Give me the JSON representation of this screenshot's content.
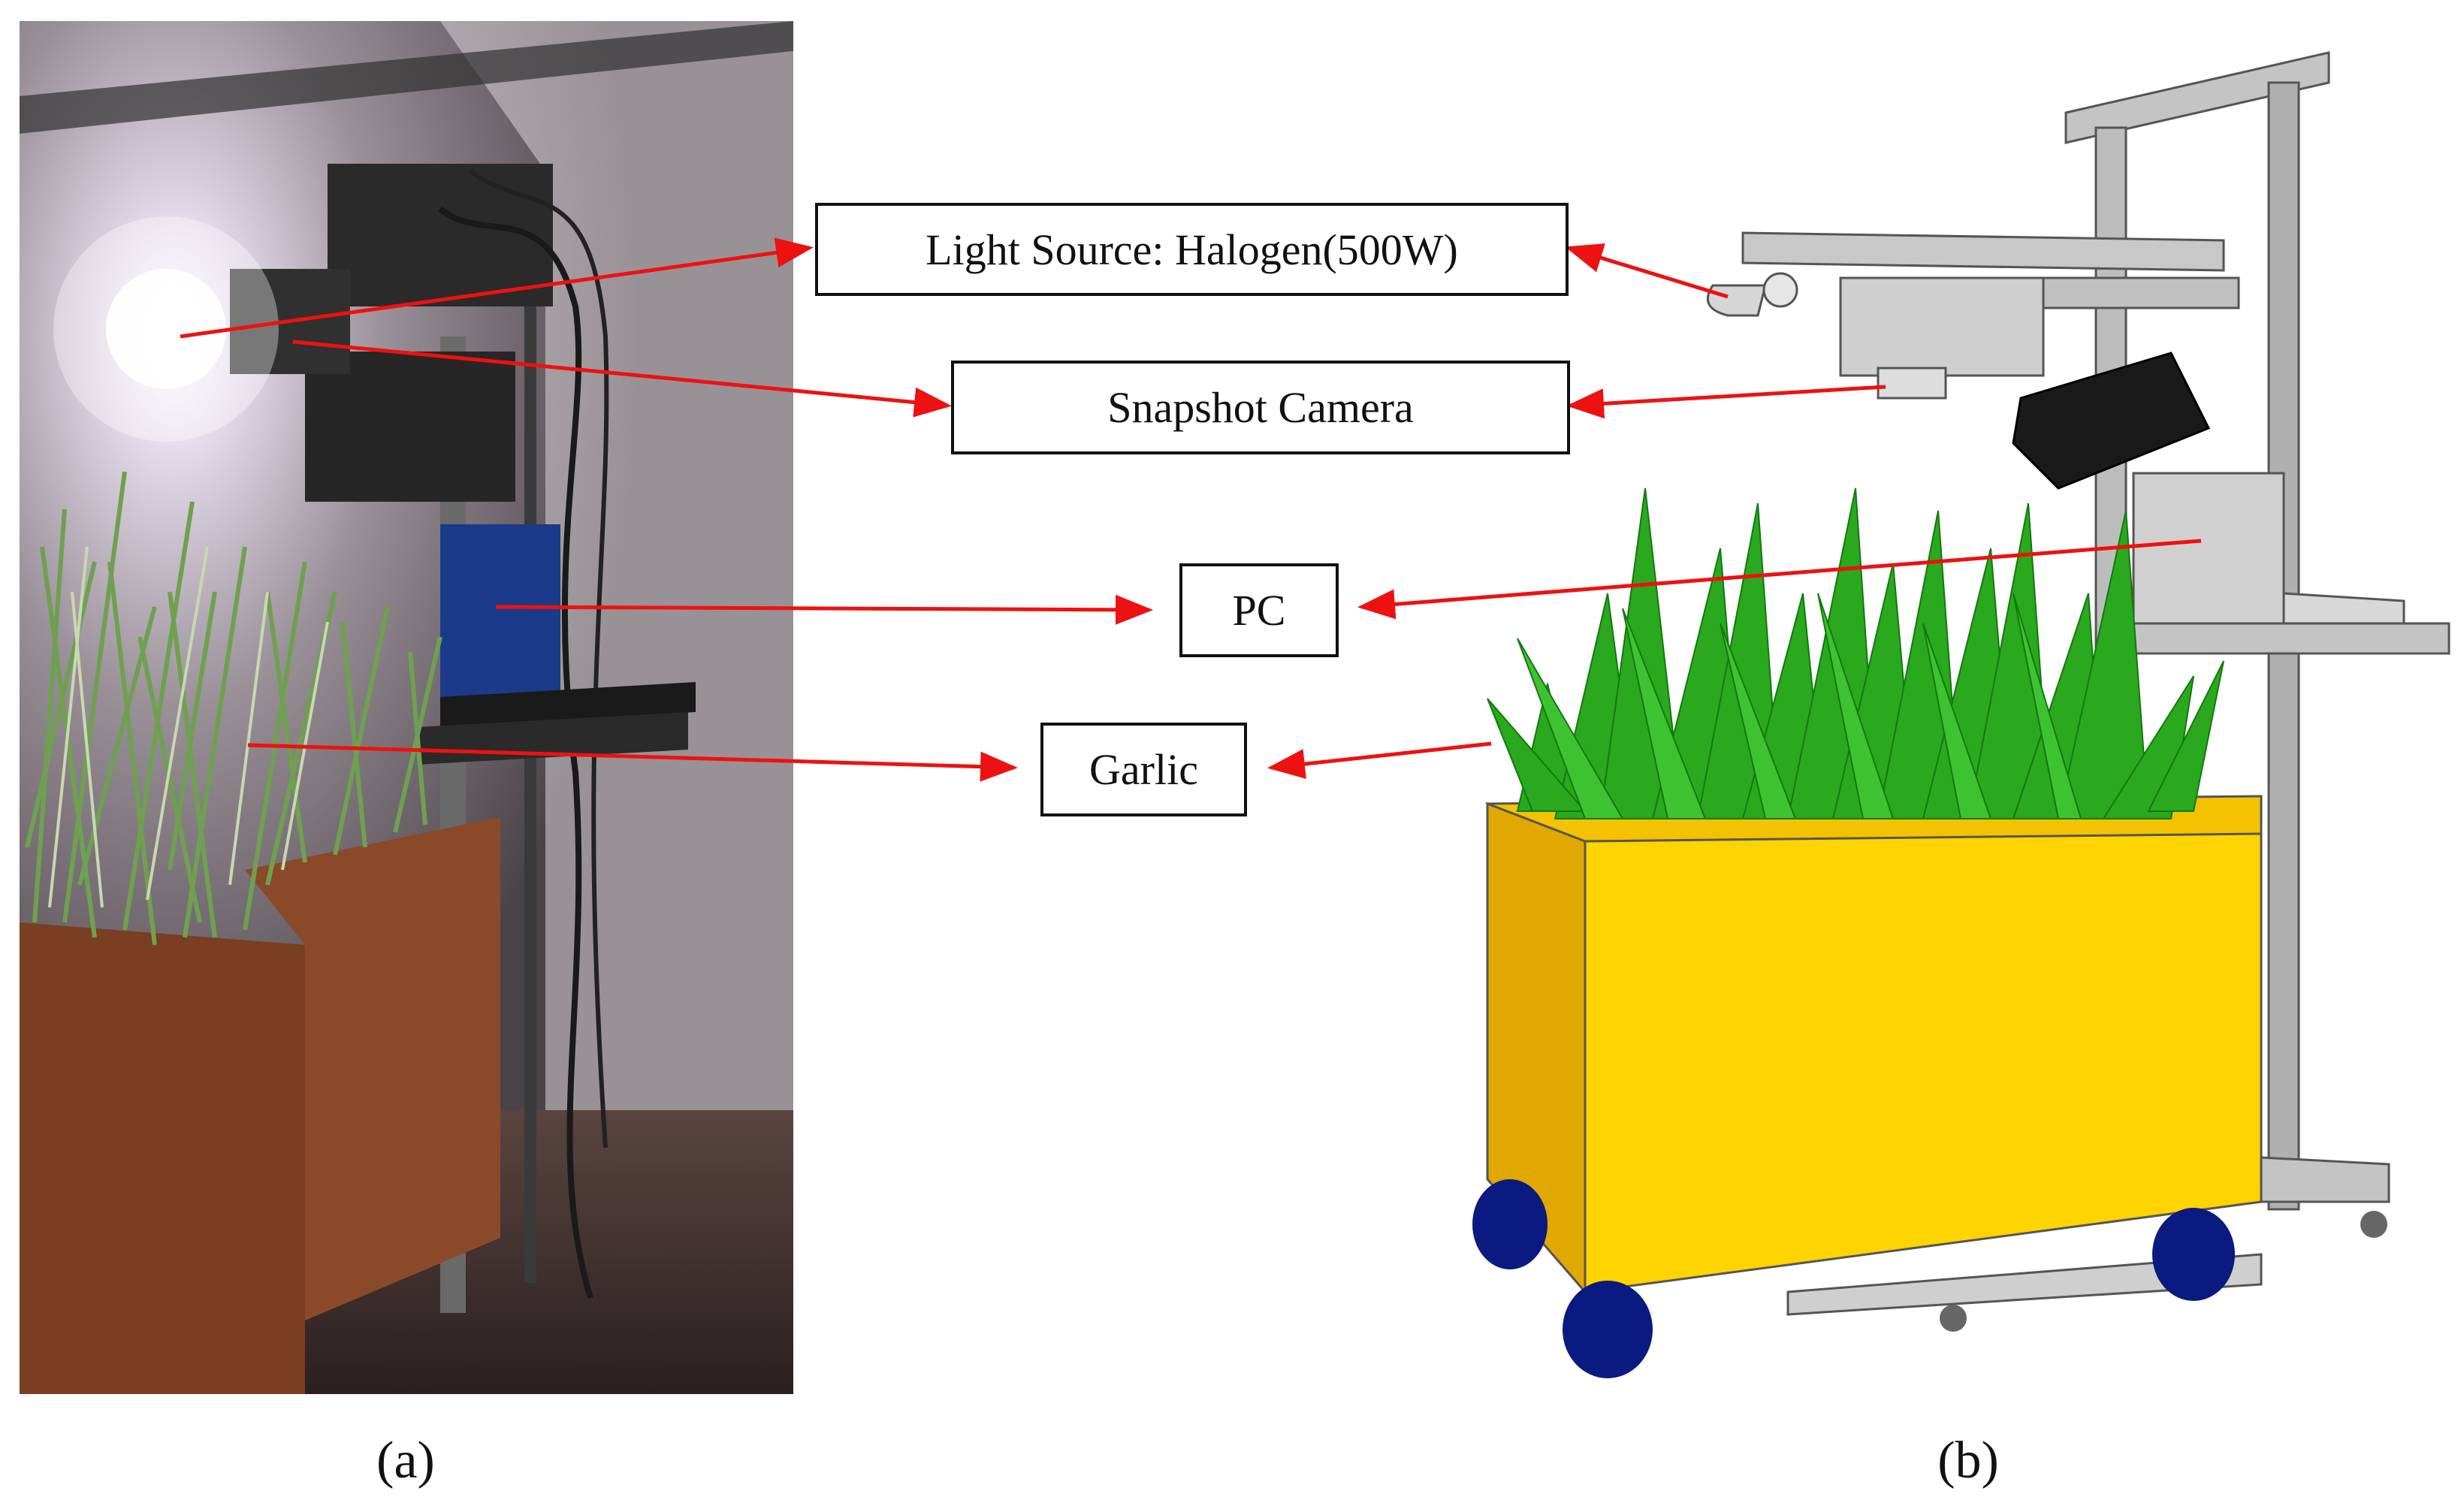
{
  "labels": {
    "light_source": "Light Source: Halogen(500W)",
    "snapshot_camera": "Snapshot Camera",
    "pc": "PC",
    "garlic": "Garlic"
  },
  "captions": {
    "a": "(a)",
    "b": "(b)"
  },
  "colors": {
    "arrow": "#ee1111",
    "box_yellow": "#ffd400",
    "box_yellow_side": "#e0a800",
    "wheel": "#0a1a80",
    "frame_gray": "#b9b9b9",
    "leaf_green": "#2aa81e",
    "camera_black": "#1a1a1a"
  }
}
